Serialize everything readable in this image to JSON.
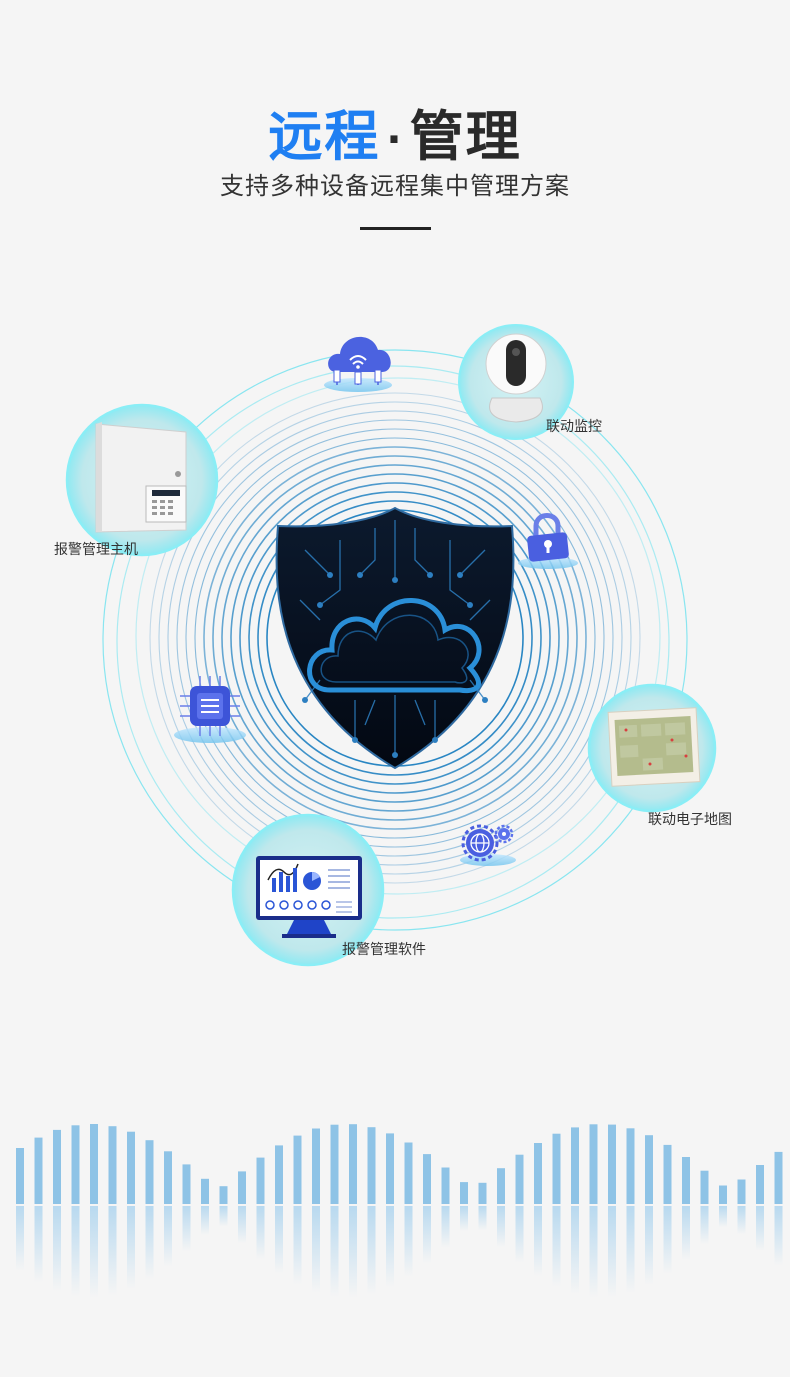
{
  "header": {
    "title_blue": "远程",
    "title_dot": "·",
    "title_dark": "管理",
    "subtitle": "支持多种设备远程集中管理方案"
  },
  "devices": {
    "alarm_host": "报警管理主机",
    "camera": "联动监控",
    "e_map": "联动电子地图",
    "alarm_software": "报警管理软件"
  },
  "icons": [
    "cloud-wifi-icon",
    "security-camera-icon",
    "alarm-host-icon",
    "lock-icon",
    "chip-icon",
    "e-map-icon",
    "monitor-chart-icon",
    "globe-gear-icon",
    "cloud-shield-icon"
  ],
  "colors": {
    "accent_blue": "#1f7ff2",
    "title_dark": "#2a2a2a",
    "ring_blue": "#1d7fc0",
    "ring_cyan": "#5fe4f0",
    "wave_blue": "#8ec3e6",
    "shield_dark": "#06101f"
  }
}
